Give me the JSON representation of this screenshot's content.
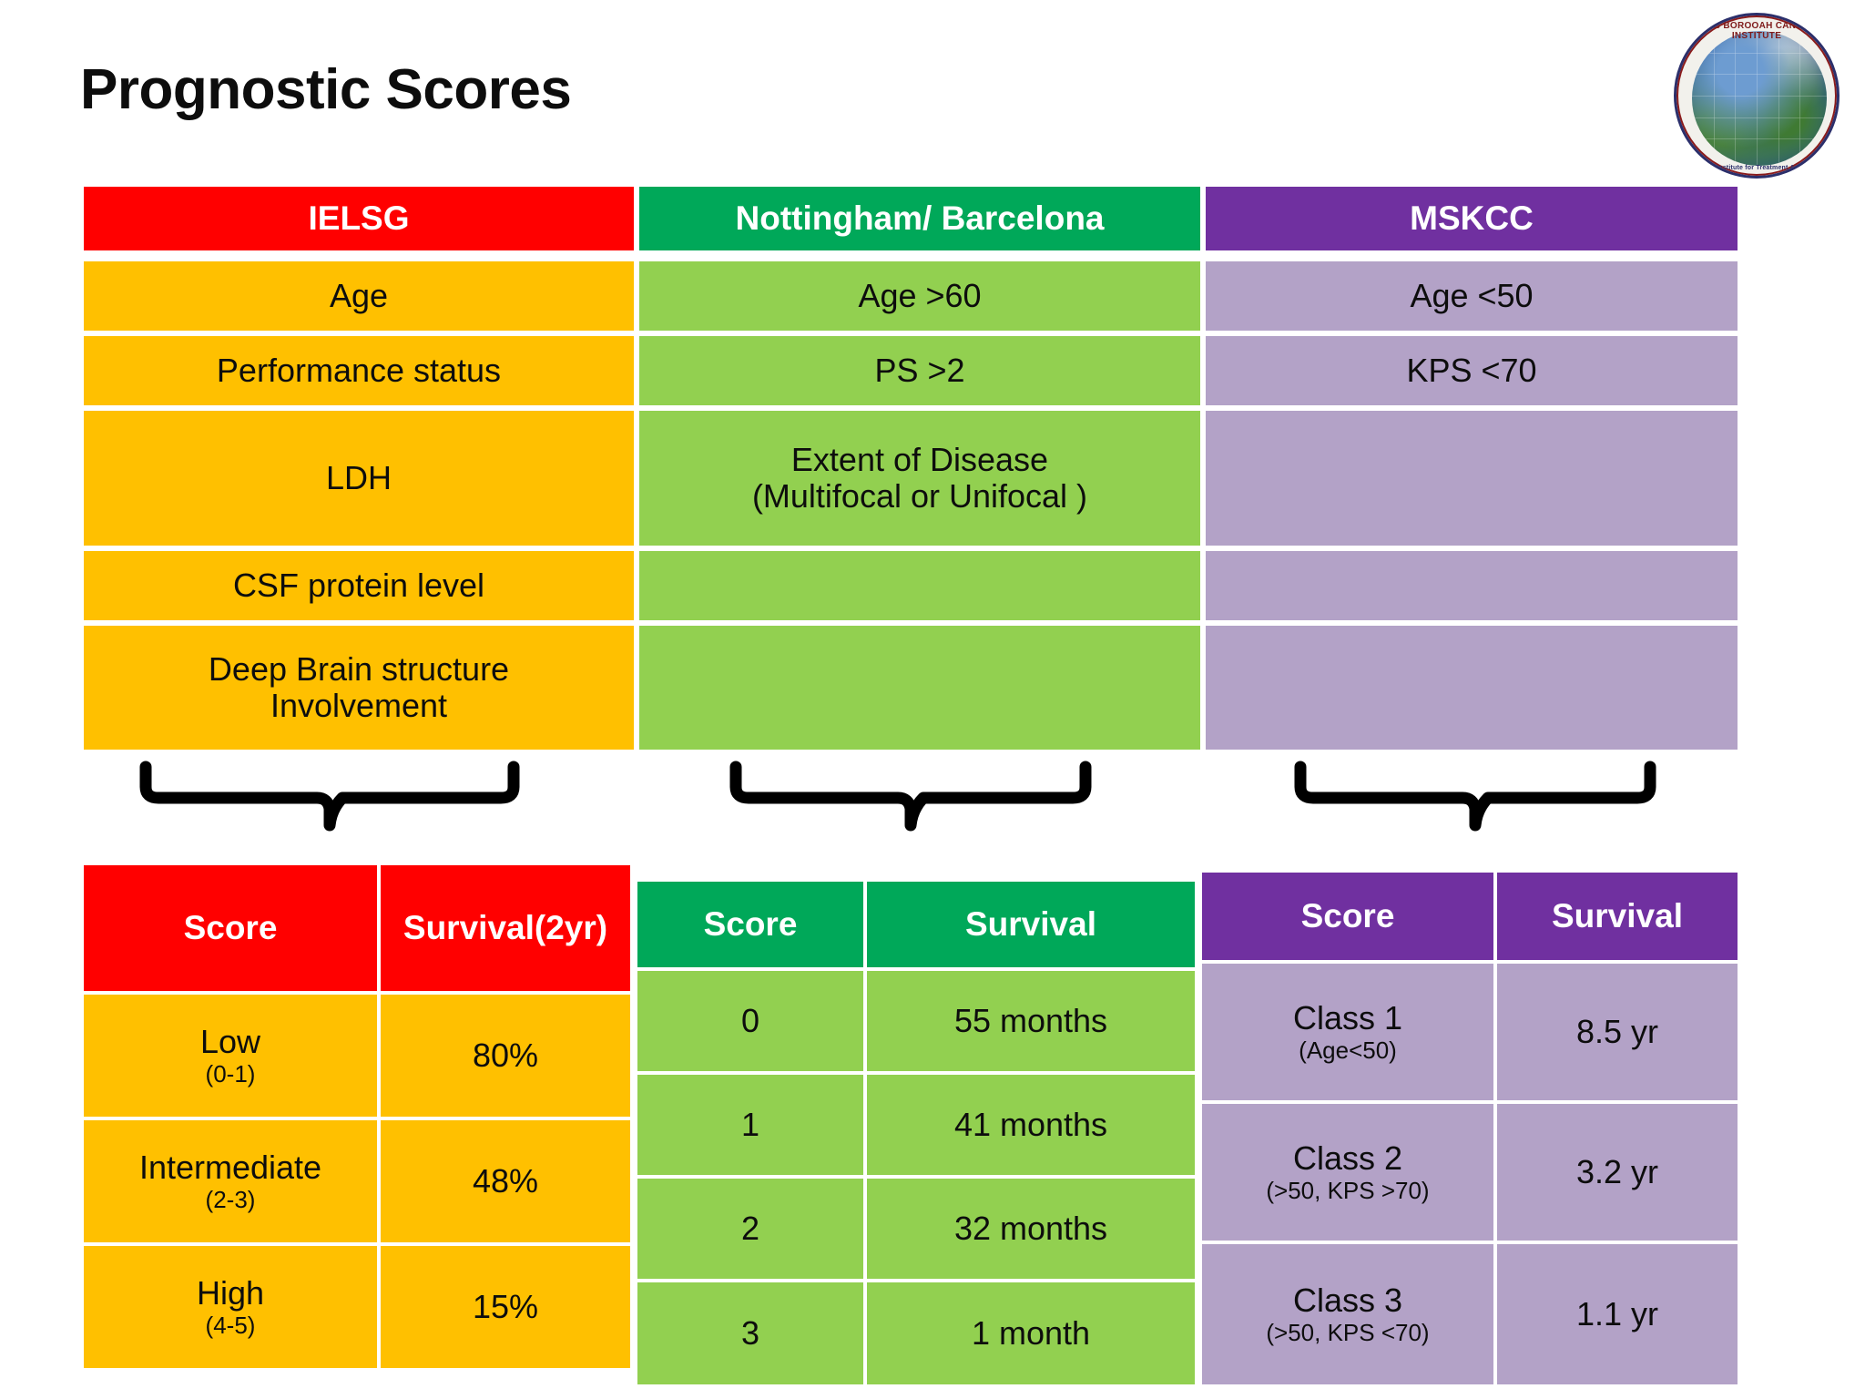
{
  "title": "Prognostic Scores",
  "logo": {
    "top_text": "DR B BOROOAH CANCER INSTITUTE",
    "bottom_text": "Regional Institute for Treatment & Research"
  },
  "colors": {
    "ielsg_header": "#FF0000",
    "ielsg_body": "#FFC000",
    "nottingham_header": "#00A859",
    "nottingham_body": "#92D050",
    "mskcc_header": "#7030A0",
    "mskcc_body": "#B3A2C7"
  },
  "criteria_table": {
    "headers": [
      "IELSG",
      "Nottingham/ Barcelona",
      "MSKCC"
    ],
    "ielsg_items": [
      "Age",
      "Performance status",
      "LDH",
      "CSF protein level",
      "Deep Brain structure Involvement"
    ],
    "ielsg_items_line1": [
      "Age",
      "Performance status",
      "LDH",
      "CSF protein level",
      "Deep Brain structure"
    ],
    "ielsg_items_line2": [
      "",
      "",
      "",
      "",
      "Involvement"
    ],
    "nottingham_items_line1": [
      "Age >60",
      "PS >2",
      "Extent of Disease",
      "",
      ""
    ],
    "nottingham_items_line2": [
      "",
      "",
      "(Multifocal or Unifocal )",
      "",
      ""
    ],
    "mskcc_items": [
      "Age <50",
      "KPS <70",
      "",
      "",
      ""
    ]
  },
  "score_tables": {
    "ielsg": {
      "headers": [
        "Score",
        "Survival (2yr)"
      ],
      "header_col2_line1": "Survival",
      "header_col2_line2": "(2yr)",
      "rows": [
        {
          "score": "Low",
          "score_sub": "(0-1)",
          "survival": "80%"
        },
        {
          "score": "Intermediate",
          "score_sub": "(2-3)",
          "survival": "48%"
        },
        {
          "score": "High",
          "score_sub": "(4-5)",
          "survival": "15%"
        }
      ]
    },
    "nottingham": {
      "headers": [
        "Score",
        "Survival"
      ],
      "rows": [
        {
          "score": "0",
          "survival": "55 months"
        },
        {
          "score": "1",
          "survival": "41 months"
        },
        {
          "score": "2",
          "survival": "32 months"
        },
        {
          "score": "3",
          "survival": "1 month"
        }
      ]
    },
    "mskcc": {
      "headers": [
        "Score",
        "Survival"
      ],
      "rows": [
        {
          "score": "Class 1",
          "score_sub": "(Age<50)",
          "survival": "8.5 yr"
        },
        {
          "score": "Class 2",
          "score_sub": "(>50, KPS >70)",
          "survival": "3.2 yr"
        },
        {
          "score": "Class 3",
          "score_sub": "(>50, KPS <70)",
          "survival": "1.1 yr"
        }
      ]
    }
  }
}
